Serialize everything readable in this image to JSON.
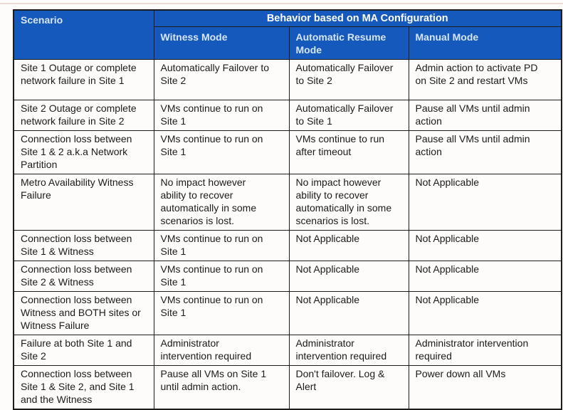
{
  "table": {
    "scenario_header": "Scenario",
    "group_header": "Behavior based on MA Configuration",
    "mode_headers": [
      "Witness Mode",
      "Automatic Resume Mode",
      "Manual Mode"
    ],
    "rows": [
      {
        "scenario": "Site 1 Outage or complete network failure in Site 1",
        "witness_mode": "Automatically Failover to Site 2",
        "automatic_resume_mode": "Automatically Failover to Site 2",
        "manual_mode": "Admin action to activate PD on Site 2 and restart VMs"
      },
      {
        "scenario": "Site 2 Outage or complete network failure in Site 2",
        "witness_mode": "VMs continue to run on Site 1",
        "automatic_resume_mode": "Automatically Failover to Site 1",
        "manual_mode": "Pause all VMs until admin action"
      },
      {
        "scenario": "Connection loss between Site 1 & 2 a.k.a Network Partition",
        "witness_mode": "VMs continue to run on Site 1",
        "automatic_resume_mode": "VMs continue to run after timeout",
        "manual_mode": "Pause all VMs until admin action"
      },
      {
        "scenario": "Metro Availability Witness Failure",
        "witness_mode": "No impact however ability to recover automatically in some scenarios is lost.",
        "automatic_resume_mode": "No impact however ability to recover automatically in some scenarios is lost.",
        "manual_mode": "Not Applicable"
      },
      {
        "scenario": "Connection loss between Site 1 & Witness",
        "witness_mode": "VMs continue to run on Site 1",
        "automatic_resume_mode": "Not Applicable",
        "manual_mode": "Not Applicable"
      },
      {
        "scenario": "Connection loss between Site 2 & Witness",
        "witness_mode": "VMs continue to run on Site 1",
        "automatic_resume_mode": "Not Applicable",
        "manual_mode": "Not Applicable"
      },
      {
        "scenario": "Connection loss between Witness and BOTH sites or Witness Failure",
        "witness_mode": "VMs continue to run on Site 1",
        "automatic_resume_mode": "Not Applicable",
        "manual_mode": "Not Applicable"
      },
      {
        "scenario": "Failure at both Site 1 and Site 2",
        "witness_mode": "Administrator intervention required",
        "automatic_resume_mode": "Administrator intervention required",
        "manual_mode": "Administrator intervention required"
      },
      {
        "scenario": "Connection loss between Site 1 & Site 2, and Site 1 and the Witness",
        "witness_mode": "Pause all VMs on Site 1 until admin action.",
        "automatic_resume_mode": "Don't failover. Log & Alert",
        "manual_mode": "Power down all VMs"
      }
    ],
    "colors": {
      "header_bg": "#1559bd",
      "header_title_text": "#ffffff",
      "header_sub_text": "#d6e5f8",
      "border": "#1c1c1c",
      "cell_text": "#1b1b1b"
    }
  }
}
